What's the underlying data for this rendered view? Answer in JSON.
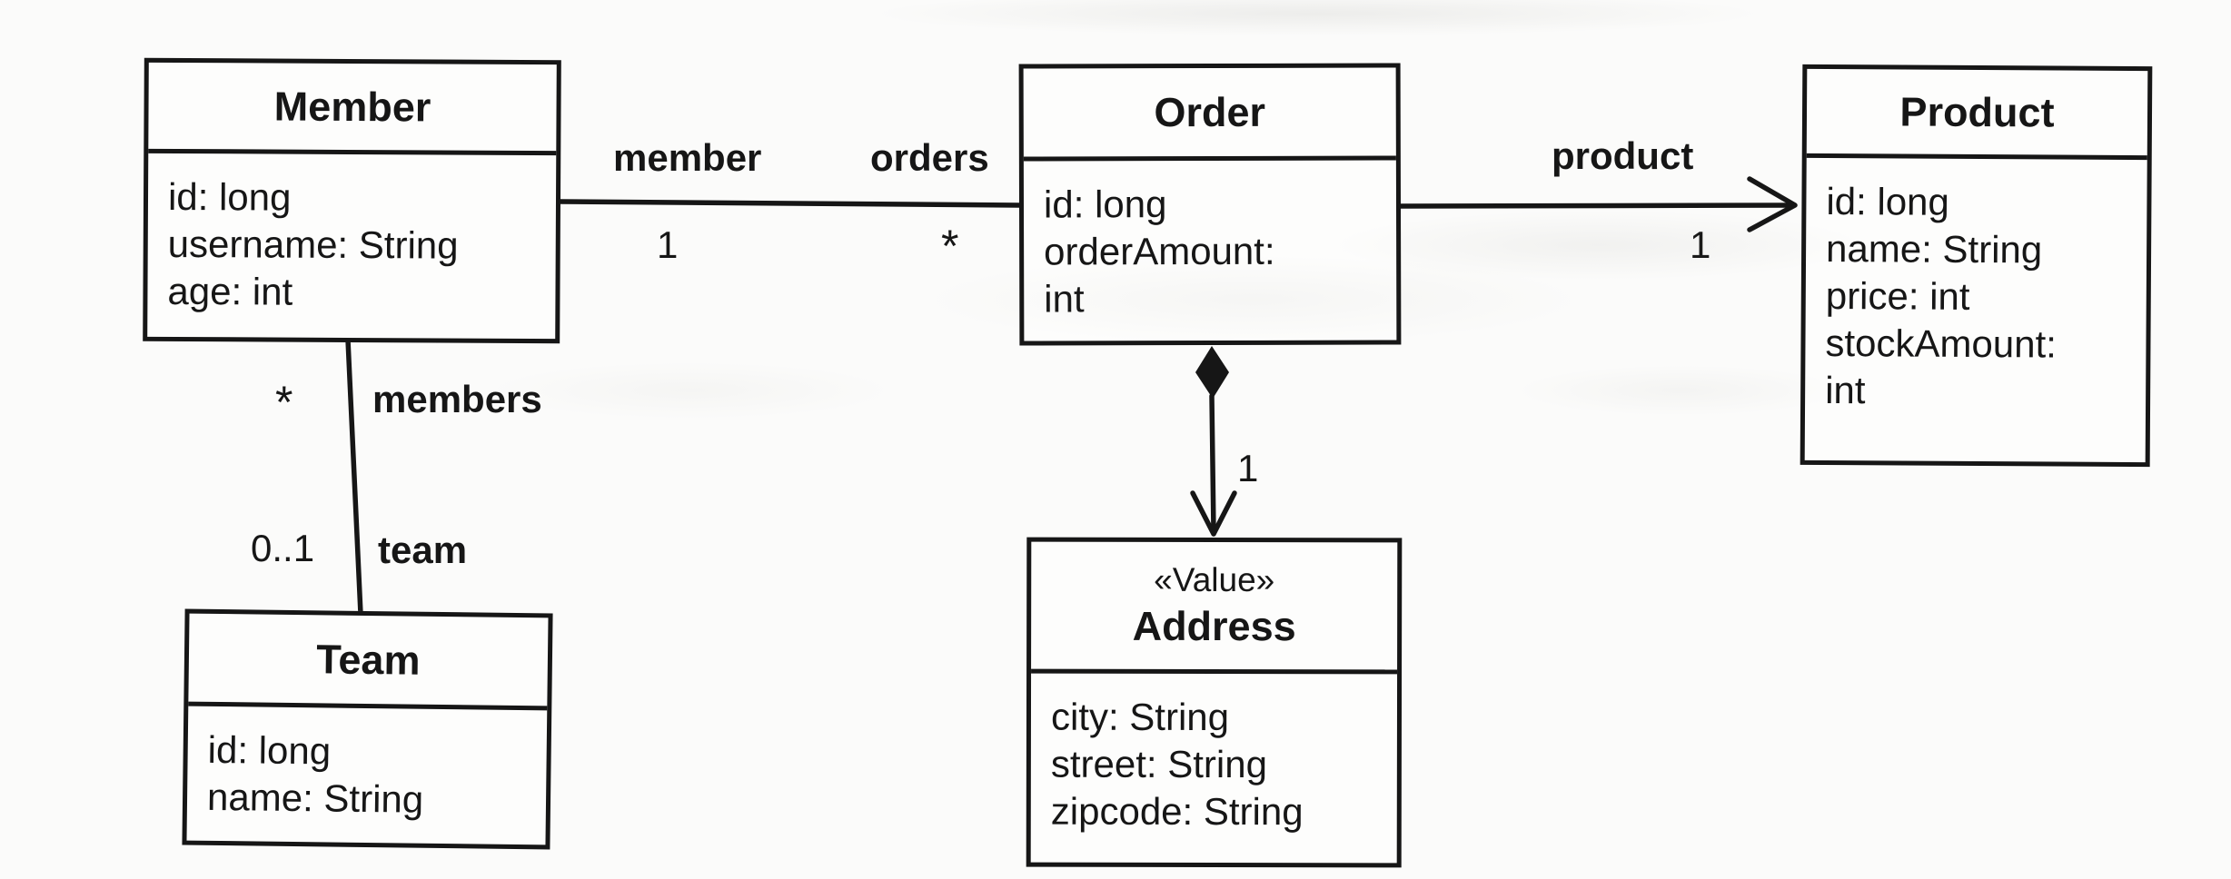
{
  "diagram": {
    "kind": "uml-class-diagram",
    "paper_color": "#fbfbfa",
    "ink_color": "#161616"
  },
  "classes": [
    {
      "name": "Member",
      "attributes": [
        "id: long",
        "username: String",
        "age: int"
      ]
    },
    {
      "name": "Order",
      "attributes": [
        "id: long",
        "orderAmount: int"
      ]
    },
    {
      "name": "Product",
      "attributes": [
        "id: long",
        "name: String",
        "price: int",
        "stockAmount: int"
      ]
    },
    {
      "name": "Team",
      "attributes": [
        "id: long",
        "name: String"
      ]
    },
    {
      "name": "Address",
      "stereotype": "«Value»",
      "attributes": [
        "city: String",
        "street: String",
        "zipcode: String"
      ]
    }
  ],
  "associations": [
    {
      "id": "member-order",
      "from": "Member",
      "to": "Order",
      "from_role": "member",
      "from_multiplicity": "1",
      "to_role": "orders",
      "to_multiplicity": "*",
      "kind": "association"
    },
    {
      "id": "order-product",
      "from": "Order",
      "to": "Product",
      "to_role": "product",
      "to_multiplicity": "1",
      "kind": "directed-association"
    },
    {
      "id": "member-team",
      "from": "Member",
      "to": "Team",
      "from_role": "members",
      "from_multiplicity": "*",
      "to_role": "team",
      "to_multiplicity": "0..1",
      "kind": "association"
    },
    {
      "id": "order-address",
      "from": "Order",
      "to": "Address",
      "to_multiplicity": "1",
      "kind": "composition-directed"
    }
  ]
}
